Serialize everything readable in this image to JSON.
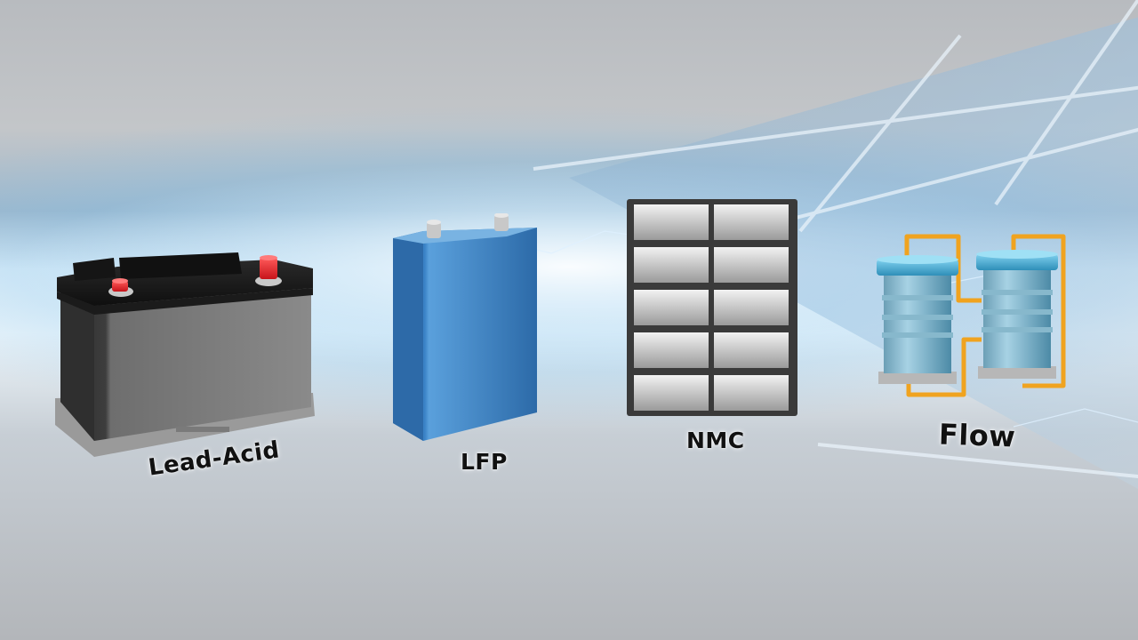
{
  "batteries": [
    {
      "label": "Lead-Acid",
      "icon": "lead-acid-battery-icon"
    },
    {
      "label": "LFP",
      "icon": "lfp-cell-icon"
    },
    {
      "label": "NMC",
      "icon": "nmc-module-icon"
    },
    {
      "label": "Flow",
      "icon": "flow-battery-icon"
    }
  ],
  "colors": {
    "terminal_red": "#e01f26",
    "lfp_blue": "#3f86c8",
    "flow_pipe_orange": "#f0a31f",
    "flow_tank_teal": "#5aa6c8"
  }
}
